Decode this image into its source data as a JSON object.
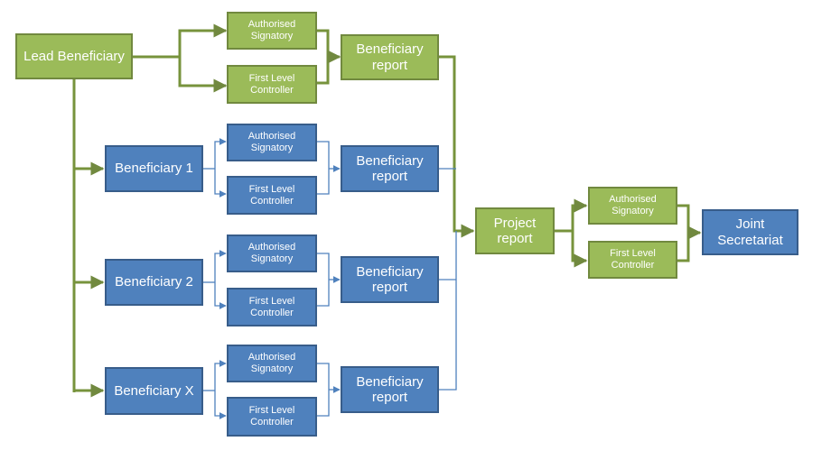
{
  "colors": {
    "green_fill": "#9bbb59",
    "green_border": "#71893f",
    "blue_fill": "#4f81bd",
    "blue_border": "#385d8a"
  },
  "nodes": {
    "lead_beneficiary": "Lead Beneficiary",
    "lead_authorised_signatory": "Authorised Signatory",
    "lead_first_level_controller": "First Level Controller",
    "lead_beneficiary_report": "Beneficiary report",
    "beneficiary_1": "Beneficiary 1",
    "b1_authorised_signatory": "Authorised Signatory",
    "b1_first_level_controller": "First Level Controller",
    "b1_beneficiary_report": "Beneficiary report",
    "beneficiary_2": "Beneficiary 2",
    "b2_authorised_signatory": "Authorised Signatory",
    "b2_first_level_controller": "First Level Controller",
    "b2_beneficiary_report": "Beneficiary report",
    "beneficiary_x": "Beneficiary X",
    "bx_authorised_signatory": "Authorised Signatory",
    "bx_first_level_controller": "First Level Controller",
    "bx_beneficiary_report": "Beneficiary report",
    "project_report": "Project report",
    "project_authorised_signatory": "Authorised Signatory",
    "project_first_level_controller": "First Level Controller",
    "joint_secretariat": "Joint Secretariat"
  }
}
